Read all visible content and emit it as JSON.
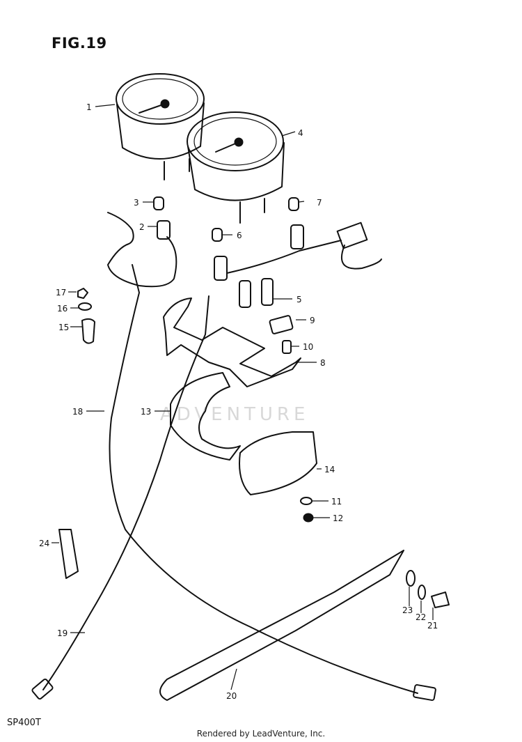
{
  "title": "FIG.19",
  "model": "SP400T",
  "footer": "Rendered by LeadVenture, Inc.",
  "watermark": "ADVENTURE",
  "callouts": [
    {
      "id": "1",
      "label": "1"
    },
    {
      "id": "2",
      "label": "2"
    },
    {
      "id": "3",
      "label": "3"
    },
    {
      "id": "4",
      "label": "4"
    },
    {
      "id": "5",
      "label": "5"
    },
    {
      "id": "6",
      "label": "6"
    },
    {
      "id": "7",
      "label": "7"
    },
    {
      "id": "8",
      "label": "8"
    },
    {
      "id": "9",
      "label": "9"
    },
    {
      "id": "10",
      "label": "10"
    },
    {
      "id": "11",
      "label": "11"
    },
    {
      "id": "12",
      "label": "12"
    },
    {
      "id": "13",
      "label": "13"
    },
    {
      "id": "14",
      "label": "14"
    },
    {
      "id": "15",
      "label": "15"
    },
    {
      "id": "16",
      "label": "16"
    },
    {
      "id": "17",
      "label": "17"
    },
    {
      "id": "18",
      "label": "18"
    },
    {
      "id": "19",
      "label": "19"
    },
    {
      "id": "20",
      "label": "20"
    },
    {
      "id": "21",
      "label": "21"
    },
    {
      "id": "22",
      "label": "22"
    },
    {
      "id": "23",
      "label": "23"
    },
    {
      "id": "24",
      "label": "24"
    }
  ]
}
